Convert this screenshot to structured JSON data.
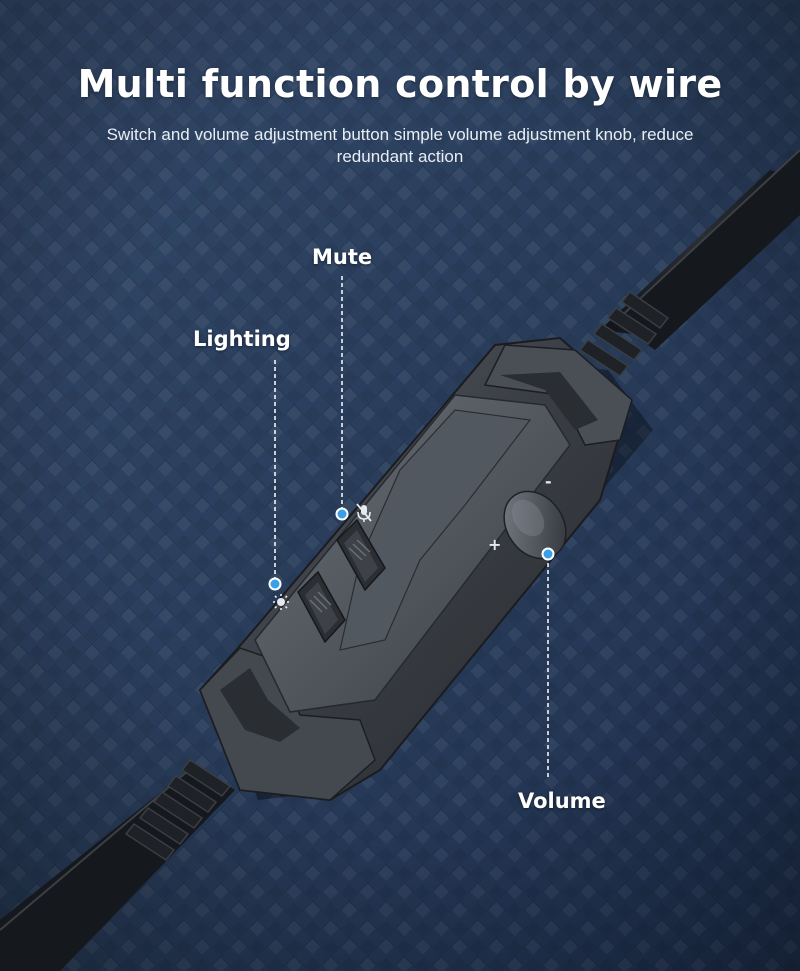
{
  "header": {
    "title": "Multi function control by wire",
    "subtitle": "Switch and volume adjustment button simple volume adjustment knob, reduce redundant action"
  },
  "callouts": {
    "mute": "Mute",
    "lighting": "Lighting",
    "volume": "Volume"
  },
  "control": {
    "minus_symbol": "-",
    "plus_symbol": "+"
  },
  "colors": {
    "background": "#2b3f5c",
    "accent_dot": "#3a9ee8",
    "text": "#ffffff"
  }
}
